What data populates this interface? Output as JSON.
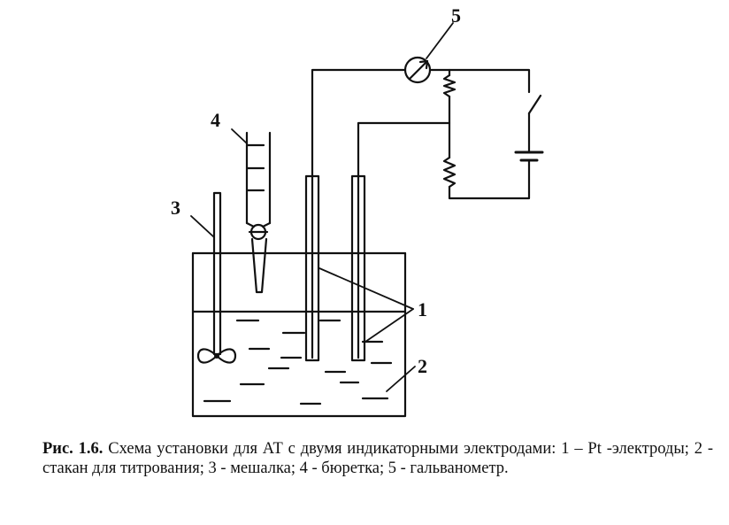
{
  "figure": {
    "labels": {
      "electrodes": "1",
      "beaker": "2",
      "stirrer": "3",
      "burette": "4",
      "galvanometer": "5"
    }
  },
  "caption": {
    "prefix": "Рис. 1.6.",
    "text": " Схема установки  для АТ с двумя индикаторными электродами: 1 – Pt -электроды; 2 - стакан для титрования; 3 - мешалка; 4 - бюретка; 5 - гальванометр."
  }
}
